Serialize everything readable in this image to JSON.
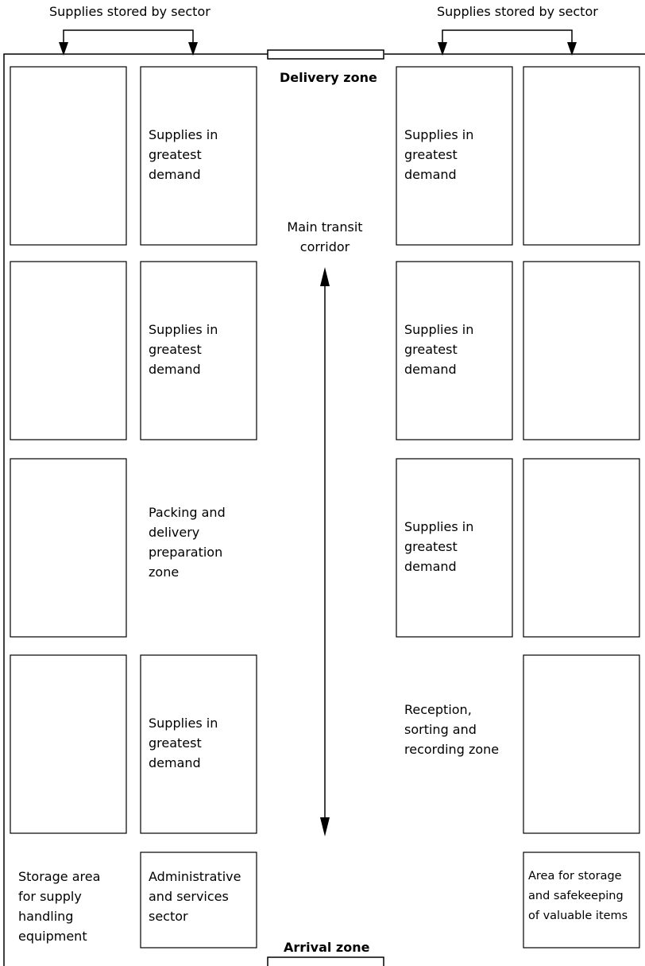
{
  "header": {
    "left_label": "Supplies stored by sector",
    "right_label": "Supplies stored by sector"
  },
  "zones": {
    "delivery": "Delivery zone",
    "arrival": "Arrival zone",
    "corridor": "Main transit\ncorridor"
  },
  "cells": {
    "left_col2_row1": "Supplies in\ngreatest\ndemand",
    "left_col2_row2": "Supplies in\ngreatest\ndemand",
    "left_packing": "Packing and\ndelivery\npreparation\nzone",
    "left_col2_row4": "Supplies in\ngreatest\ndemand",
    "left_equipment": "Storage area\nfor supply\nhandling\nequipment",
    "left_admin": "Administrative\nand services\nsector",
    "right_col1_row1": "Supplies in\ngreatest\ndemand",
    "right_col1_row2": "Supplies in\ngreatest\ndemand",
    "right_col1_row3": "Supplies in\ngreatest\ndemand",
    "right_reception": "Reception,\nsorting and\nrecording zone",
    "right_valuables": "Area for storage\nand safekeeping\nof valuable items"
  }
}
